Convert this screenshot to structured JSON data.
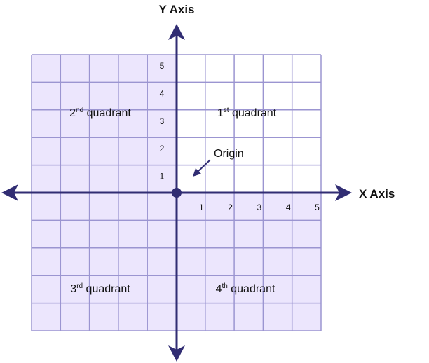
{
  "axes": {
    "x_title": "X Axis",
    "y_title": "Y Axis"
  },
  "x_ticks": [
    "1",
    "2",
    "3",
    "4",
    "5"
  ],
  "y_ticks": [
    "1",
    "2",
    "3",
    "4",
    "5"
  ],
  "origin_label": "Origin",
  "quadrants": [
    {
      "num": "1",
      "sup": "st",
      "word": " quadrant"
    },
    {
      "num": "2",
      "sup": "nd",
      "word": " quadrant"
    },
    {
      "num": "3",
      "sup": "rd",
      "word": " quadrant"
    },
    {
      "num": "4",
      "sup": "th",
      "word": " quadrant"
    }
  ],
  "colors": {
    "axis": "#312d73",
    "grid": "#9b95d1",
    "fill": "#ece6fd"
  }
}
